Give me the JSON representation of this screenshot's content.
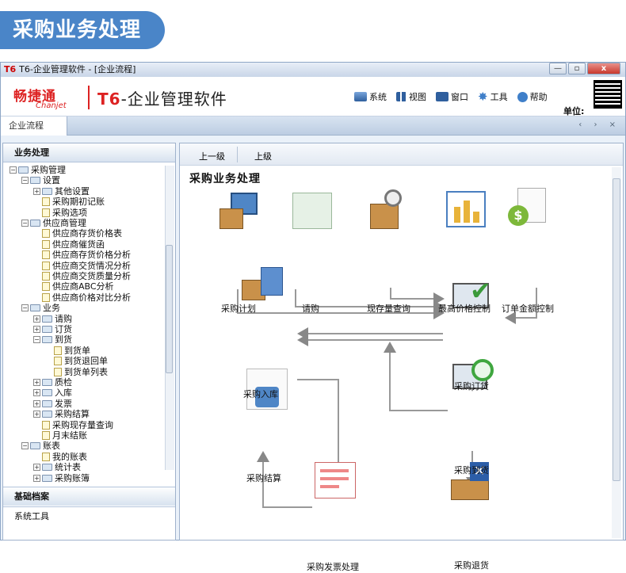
{
  "banner": {
    "title": "采购业务处理"
  },
  "window": {
    "title": "T6-企业管理软件 - [企业流程]",
    "app_mark": "T6",
    "btn_min": "—",
    "btn_max": "▫",
    "btn_close": "x"
  },
  "header": {
    "logo_cn": "畅捷通",
    "logo_en": "Chanjet",
    "product_prefix": "T6",
    "product_name": "-企业管理软件",
    "unit_label": "单位:"
  },
  "menu": [
    {
      "label": "系统",
      "icon": "monitor-icon"
    },
    {
      "label": "视图",
      "icon": "grid-icon"
    },
    {
      "label": "窗口",
      "icon": "window-icon"
    },
    {
      "label": "工具",
      "icon": "gear-icon"
    },
    {
      "label": "帮助",
      "icon": "help-icon"
    }
  ],
  "tab": {
    "label": "企业流程",
    "nav": "‹ › ×"
  },
  "sidebar": {
    "header": "业务处理",
    "tree": [
      {
        "label": "采购管理",
        "level": 0,
        "type": "folder",
        "expanded": true
      },
      {
        "label": "设置",
        "level": 1,
        "type": "folder",
        "expanded": true
      },
      {
        "label": "其他设置",
        "level": 2,
        "type": "folder",
        "expanded": false
      },
      {
        "label": "采购期初记账",
        "level": 2,
        "type": "doc"
      },
      {
        "label": "采购选项",
        "level": 2,
        "type": "doc"
      },
      {
        "label": "供应商管理",
        "level": 1,
        "type": "folder",
        "expanded": true
      },
      {
        "label": "供应商存货价格表",
        "level": 2,
        "type": "doc"
      },
      {
        "label": "供应商催货函",
        "level": 2,
        "type": "doc"
      },
      {
        "label": "供应商存货价格分析",
        "level": 2,
        "type": "doc"
      },
      {
        "label": "供应商交货情况分析",
        "level": 2,
        "type": "doc"
      },
      {
        "label": "供应商交货质量分析",
        "level": 2,
        "type": "doc"
      },
      {
        "label": "供应商ABC分析",
        "level": 2,
        "type": "doc"
      },
      {
        "label": "供应商价格对比分析",
        "level": 2,
        "type": "doc"
      },
      {
        "label": "业务",
        "level": 1,
        "type": "folder",
        "expanded": true
      },
      {
        "label": "请购",
        "level": 2,
        "type": "folder",
        "expanded": false
      },
      {
        "label": "订货",
        "level": 2,
        "type": "folder",
        "expanded": false
      },
      {
        "label": "到货",
        "level": 2,
        "type": "folder",
        "expanded": true
      },
      {
        "label": "到货单",
        "level": 3,
        "type": "doc"
      },
      {
        "label": "到货退回单",
        "level": 3,
        "type": "doc"
      },
      {
        "label": "到货单列表",
        "level": 3,
        "type": "doc"
      },
      {
        "label": "质检",
        "level": 2,
        "type": "folder",
        "expanded": false
      },
      {
        "label": "入库",
        "level": 2,
        "type": "folder",
        "expanded": false
      },
      {
        "label": "发票",
        "level": 2,
        "type": "folder",
        "expanded": false
      },
      {
        "label": "采购结算",
        "level": 2,
        "type": "folder",
        "expanded": false
      },
      {
        "label": "采购现存量查询",
        "level": 2,
        "type": "doc"
      },
      {
        "label": "月末结账",
        "level": 2,
        "type": "doc"
      },
      {
        "label": "账表",
        "level": 1,
        "type": "folder",
        "expanded": true
      },
      {
        "label": "我的账表",
        "level": 2,
        "type": "doc"
      },
      {
        "label": "统计表",
        "level": 2,
        "type": "folder",
        "expanded": false
      },
      {
        "label": "采购账簿",
        "level": 2,
        "type": "folder",
        "expanded": false
      }
    ],
    "bottom": [
      "基础档案",
      "系统工具"
    ]
  },
  "toolbar": {
    "prev": "上一级",
    "up": "上级"
  },
  "flow": {
    "title": "采购业务处理",
    "nodes": {
      "plan": "采购计划",
      "request": "请购",
      "stock": "现存量查询",
      "maxprice": "最高价格控制",
      "amount": "订单金额控制",
      "order": "采购订货",
      "inbound": "采购入库",
      "arrival": "采购到货",
      "settle": "采购结算",
      "invoice": "采购发票处理",
      "return": "采购退货"
    }
  }
}
